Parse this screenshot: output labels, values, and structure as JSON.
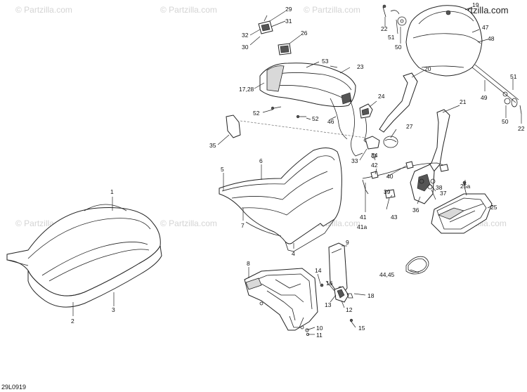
{
  "watermark": {
    "text": "© Partzilla.com"
  },
  "brand": {
    "text": "© Partzilla.com"
  },
  "diagram_code": "29L0919",
  "callouts": {
    "c1": "1",
    "c2": "2",
    "c3": "3",
    "c4": "4",
    "c5": "5",
    "c6": "6",
    "c7": "7",
    "c8": "8",
    "c9": "9",
    "c10": "10",
    "c11": "11",
    "c12": "12",
    "c13": "13",
    "c14": "14",
    "c15": "15",
    "c16": "16",
    "c17_28": "17,28",
    "c18": "18",
    "c19": "19",
    "c20": "20",
    "c21": "21",
    "c22a": "22",
    "c22b": "22",
    "c23": "23",
    "c24": "24",
    "c25": "25",
    "c25a": "25a",
    "c26": "26",
    "c27": "27",
    "c29": "29",
    "c30": "30",
    "c31": "31",
    "c32": "32",
    "c33": "33",
    "c34": "34",
    "c35": "35",
    "c36": "36",
    "c37": "37",
    "c38": "38",
    "c39": "39",
    "c40": "40",
    "c41": "41",
    "c41a": "41a",
    "c42": "42",
    "c43": "43",
    "c44_45": "44,45",
    "c46": "46",
    "c47": "47",
    "c48": "48",
    "c49": "49",
    "c50a": "50",
    "c50b": "50",
    "c51a": "51",
    "c51b": "51",
    "c52a": "52",
    "c52b": "52",
    "c53": "53"
  }
}
